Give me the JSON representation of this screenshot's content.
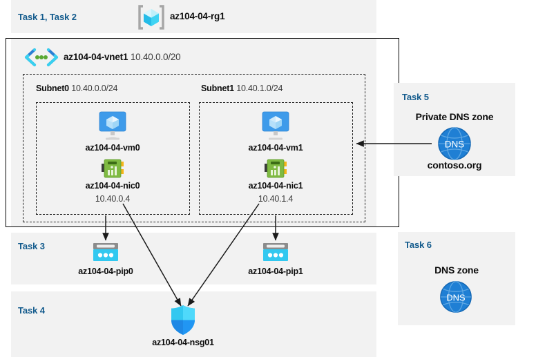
{
  "diagram": {
    "title_area": {
      "task_label": "Task 1, Task 2",
      "resource_group_name": "az104-04-rg1",
      "resource_group_icon": "resource-group-cube-icon"
    },
    "vnet": {
      "name": "az104-04-vnet1",
      "address_space": "10.40.0.0/20",
      "icon": "virtual-network-icon"
    },
    "subnets": [
      {
        "name": "Subnet0",
        "address_prefix": "10.40.0.0/24",
        "vm": {
          "name": "az104-04-vm0",
          "icon": "virtual-machine-icon"
        },
        "nic": {
          "name": "az104-04-nic0",
          "ip": "10.40.0.4",
          "icon": "network-interface-icon"
        }
      },
      {
        "name": "Subnet1",
        "address_prefix": "10.40.1.0/24",
        "vm": {
          "name": "az104-04-vm1",
          "icon": "virtual-machine-icon"
        },
        "nic": {
          "name": "az104-04-nic1",
          "ip": "10.40.1.4",
          "icon": "network-interface-icon"
        }
      }
    ],
    "task3": {
      "task_label": "Task 3",
      "pip0": {
        "name": "az104-04-pip0",
        "icon": "public-ip-address-icon"
      },
      "pip1": {
        "name": "az104-04-pip1",
        "icon": "public-ip-address-icon"
      }
    },
    "task4": {
      "task_label": "Task 4",
      "nsg": {
        "name": "az104-04-nsg01",
        "icon": "network-security-group-shield-icon"
      }
    },
    "task5": {
      "task_label": "Task 5",
      "heading": "Private DNS zone",
      "zone_name": "contoso.org",
      "icon": "dns-globe-icon",
      "icon_text": "DNS"
    },
    "task6": {
      "task_label": "Task 6",
      "heading": "DNS zone",
      "icon": "dns-globe-icon",
      "icon_text": "DNS"
    },
    "colors": {
      "panel_background": "#f2f2f2",
      "task_label_color": "#125a8c",
      "azure_blue": "#0078d4",
      "cyan": "#32c8f0",
      "nic_green": "#7fba42",
      "dns_blue": "#1f7fd4",
      "border_black": "#000000"
    }
  }
}
